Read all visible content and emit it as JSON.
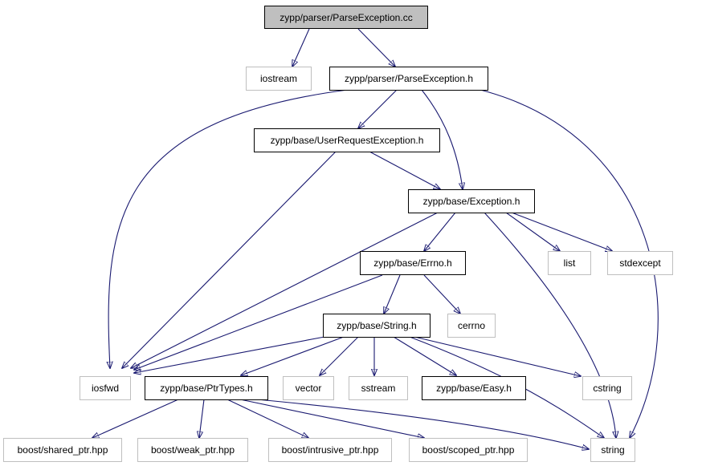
{
  "diagram": {
    "colors": {
      "edge": "#191970",
      "root_fill": "#bfbfbf",
      "node_border": "#000000",
      "external_border": "#bfbfbf"
    },
    "nodes": {
      "parse_exception_cc": "zypp/parser/ParseException.cc",
      "iostream": "iostream",
      "parse_exception_h": "zypp/parser/ParseException.h",
      "user_request_exception_h": "zypp/base/UserRequestException.h",
      "exception_h": "zypp/base/Exception.h",
      "list": "list",
      "stdexcept": "stdexcept",
      "errno_h": "zypp/base/Errno.h",
      "cerrno": "cerrno",
      "string_h": "zypp/base/String.h",
      "iosfwd": "iosfwd",
      "ptrtypes_h": "zypp/base/PtrTypes.h",
      "vector": "vector",
      "sstream": "sstream",
      "easy_h": "zypp/base/Easy.h",
      "cstring": "cstring",
      "shared_ptr": "boost/shared_ptr.hpp",
      "weak_ptr": "boost/weak_ptr.hpp",
      "intrusive_ptr": "boost/intrusive_ptr.hpp",
      "scoped_ptr": "boost/scoped_ptr.hpp",
      "string": "string"
    }
  }
}
